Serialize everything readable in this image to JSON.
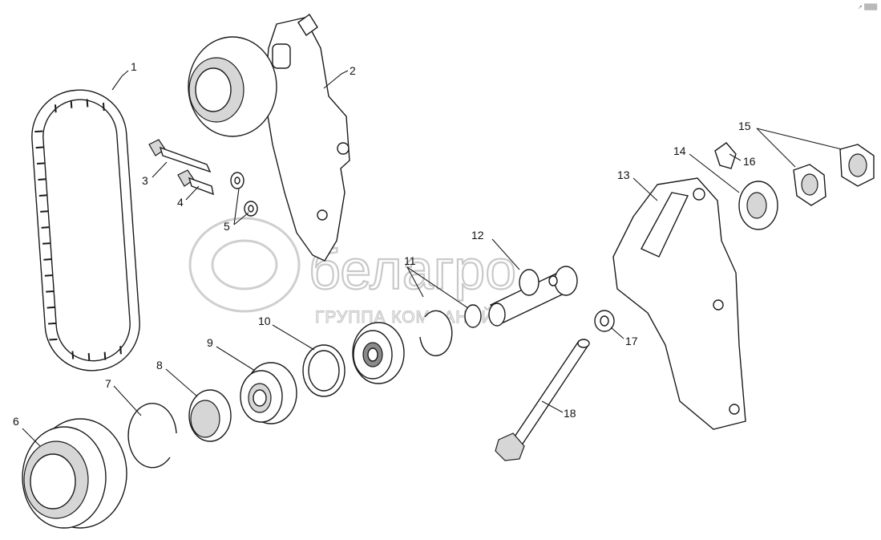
{
  "callouts": [
    "1",
    "2",
    "3",
    "4",
    "5",
    "6",
    "7",
    "8",
    "9",
    "10",
    "11",
    "12",
    "13",
    "14",
    "15",
    "16",
    "17",
    "18"
  ],
  "watermark": {
    "brand": "белагро",
    "subtitle": "ГРУППА КОМПАНИЙ"
  },
  "corner_mark": "↗ ▒▒▒"
}
